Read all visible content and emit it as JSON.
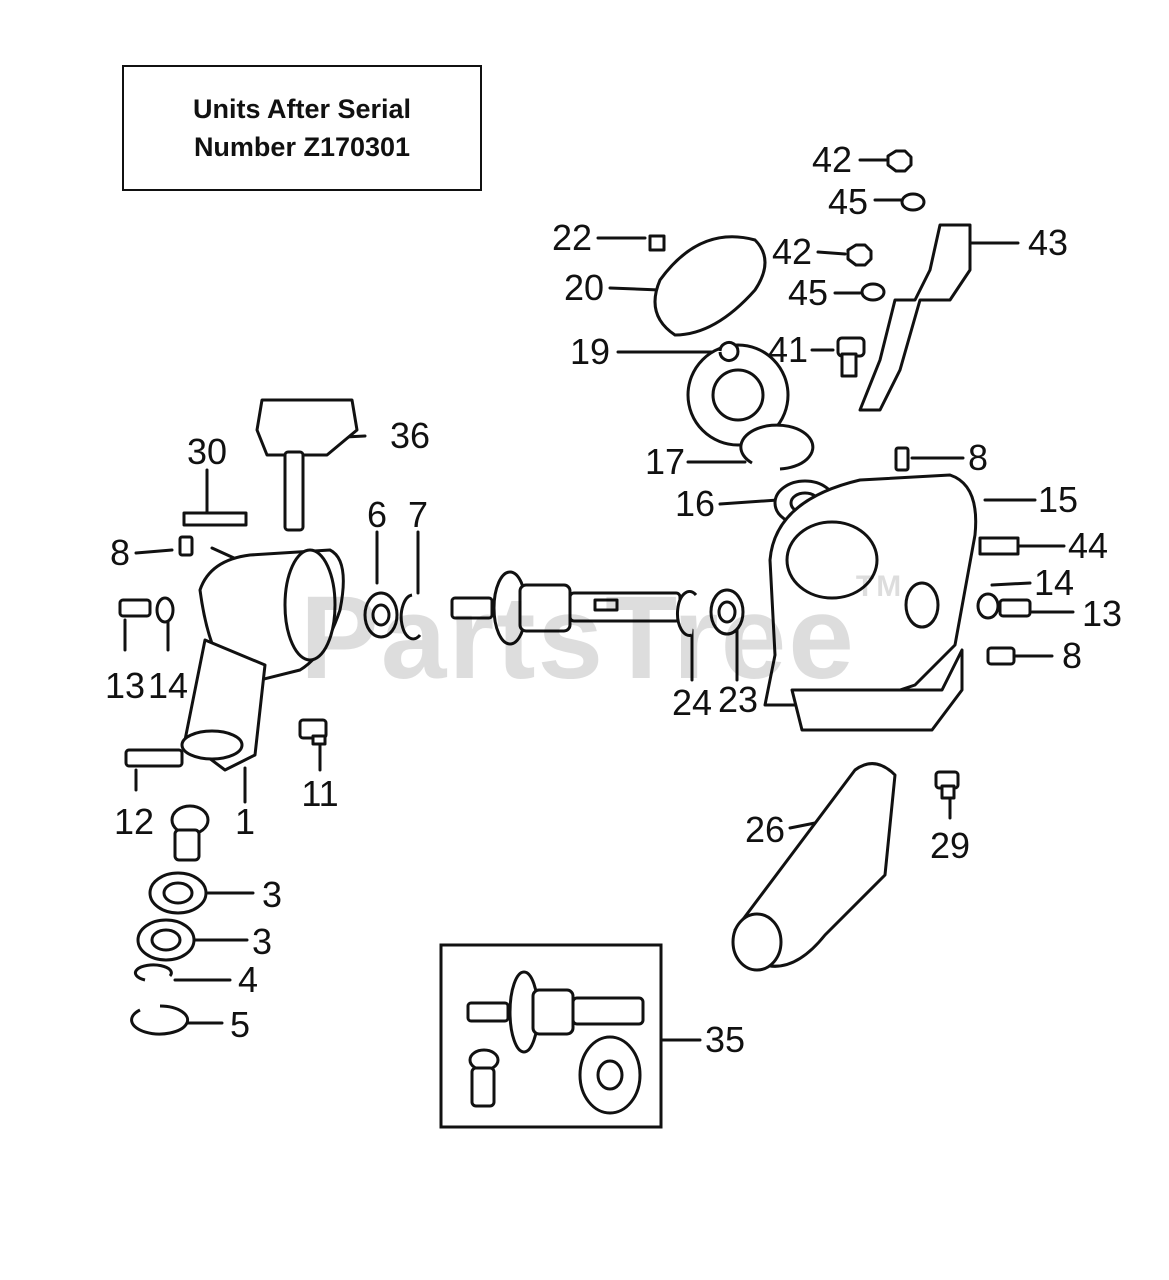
{
  "serial_note": {
    "line1": "Units After Serial",
    "line2": "Number Z170301"
  },
  "watermark": "PartsTree",
  "watermark_tm": "TM",
  "callouts": [
    "42",
    "45",
    "22",
    "42",
    "43",
    "20",
    "45",
    "19",
    "41",
    "36",
    "30",
    "17",
    "8",
    "16",
    "15",
    "6",
    "7",
    "44",
    "8",
    "14",
    "13",
    "13",
    "14",
    "8",
    "24",
    "23",
    "11",
    "12",
    "1",
    "26",
    "29",
    "3",
    "3",
    "4",
    "5",
    "35"
  ]
}
